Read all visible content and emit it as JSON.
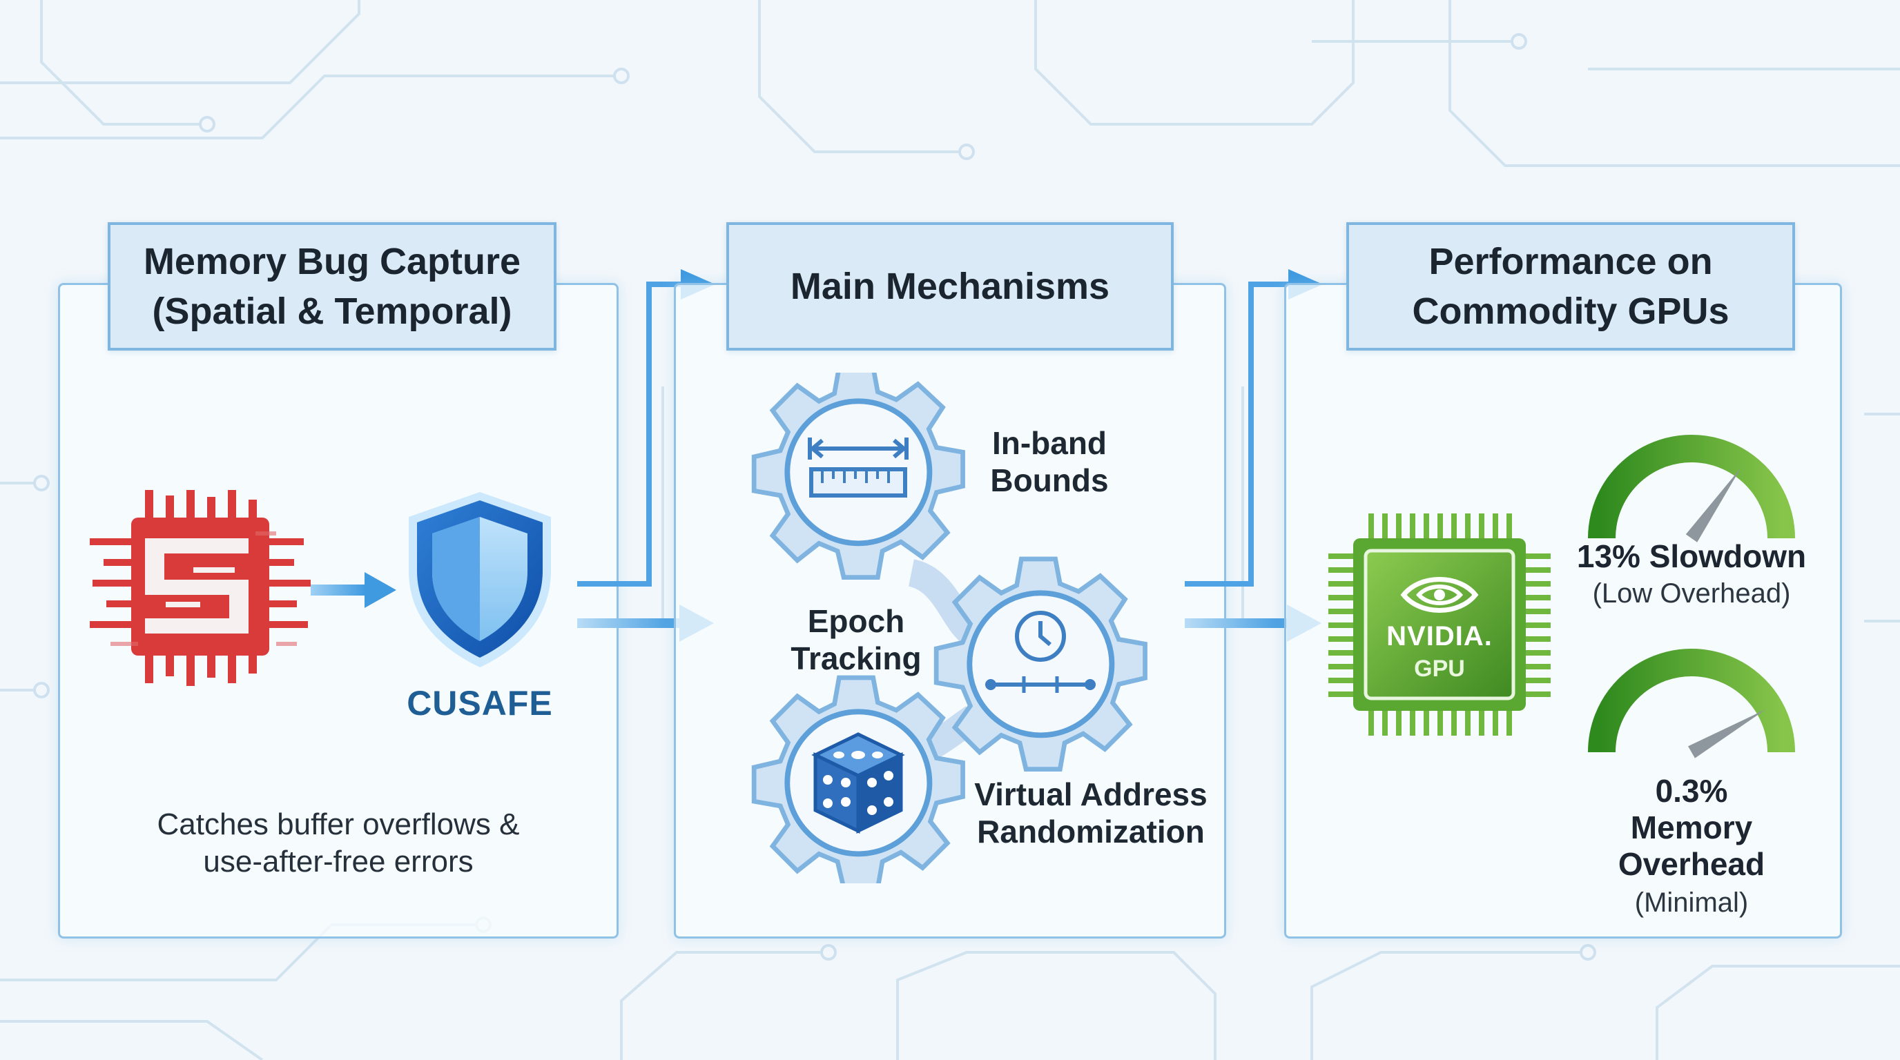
{
  "panels": {
    "capture": {
      "title": "Memory Bug Capture\n(Spatial & Temporal)",
      "brand": "CUSAFE",
      "caption": "Catches buffer overflows &\nuse-after-free errors"
    },
    "mechanisms": {
      "title": "Main Mechanisms",
      "items": [
        "In-band\nBounds",
        "Epoch\nTracking",
        "Virtual Address\nRandomization"
      ]
    },
    "performance": {
      "title": "Performance on\nCommodity GPUs",
      "gpu_brand": "NVIDIA.",
      "gpu_label": "GPU",
      "stats": [
        {
          "main": "13% Slowdown",
          "sub": "(Low Overhead)",
          "value_percent": 13
        },
        {
          "main": "0.3%\nMemory\nOverhead",
          "sub": "(Minimal)",
          "value_percent": 0.3
        }
      ]
    }
  },
  "colors": {
    "accent_blue": "#3f9ae0",
    "panel_border": "#8fc2e6",
    "bug_red": "#d93a3a",
    "nvidia_green": "#5aa832",
    "gauge_green": "#3f9a2a"
  },
  "icons": [
    "bug-chip-icon",
    "shield-icon",
    "ruler-icon",
    "clock-timeline-icon",
    "dice-icon",
    "nvidia-eye-icon",
    "gauge-icon"
  ]
}
